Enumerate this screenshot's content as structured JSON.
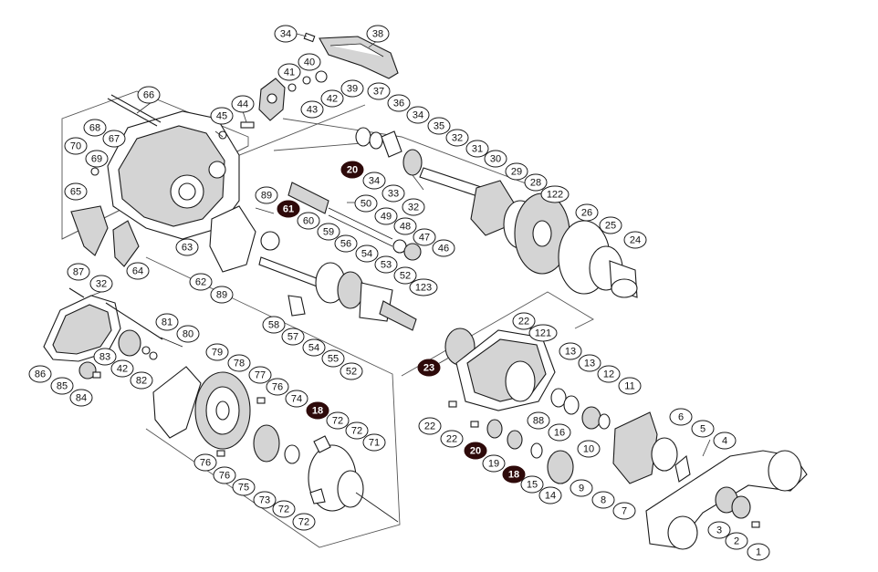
{
  "labels": [
    {
      "text": "34"
    },
    {
      "text": "38"
    },
    {
      "text": "40"
    },
    {
      "text": "41"
    },
    {
      "text": "39"
    },
    {
      "text": "42"
    },
    {
      "text": "43"
    },
    {
      "text": "66"
    },
    {
      "text": "44"
    },
    {
      "text": "45"
    },
    {
      "text": "68"
    },
    {
      "text": "67"
    },
    {
      "text": "70"
    },
    {
      "text": "69"
    },
    {
      "text": "65"
    },
    {
      "text": "37"
    },
    {
      "text": "36"
    },
    {
      "text": "34"
    },
    {
      "text": "35"
    },
    {
      "text": "32"
    },
    {
      "text": "31"
    },
    {
      "text": "30"
    },
    {
      "text": "20",
      "highlight": true
    },
    {
      "text": "34"
    },
    {
      "text": "33"
    },
    {
      "text": "32"
    },
    {
      "text": "29"
    },
    {
      "text": "28"
    },
    {
      "text": "122"
    },
    {
      "text": "26"
    },
    {
      "text": "25"
    },
    {
      "text": "24"
    },
    {
      "text": "89"
    },
    {
      "text": "61",
      "highlight": true
    },
    {
      "text": "60"
    },
    {
      "text": "50"
    },
    {
      "text": "49"
    },
    {
      "text": "48"
    },
    {
      "text": "47"
    },
    {
      "text": "46"
    },
    {
      "text": "59"
    },
    {
      "text": "56"
    },
    {
      "text": "54"
    },
    {
      "text": "53"
    },
    {
      "text": "52"
    },
    {
      "text": "123"
    },
    {
      "text": "63"
    },
    {
      "text": "64"
    },
    {
      "text": "62"
    },
    {
      "text": "89"
    },
    {
      "text": "58"
    },
    {
      "text": "57"
    },
    {
      "text": "54"
    },
    {
      "text": "55"
    },
    {
      "text": "52"
    },
    {
      "text": "87"
    },
    {
      "text": "32"
    },
    {
      "text": "81"
    },
    {
      "text": "80"
    },
    {
      "text": "83"
    },
    {
      "text": "42"
    },
    {
      "text": "82"
    },
    {
      "text": "86"
    },
    {
      "text": "85"
    },
    {
      "text": "84"
    },
    {
      "text": "79"
    },
    {
      "text": "78"
    },
    {
      "text": "77"
    },
    {
      "text": "76"
    },
    {
      "text": "74"
    },
    {
      "text": "18",
      "highlight": true
    },
    {
      "text": "72"
    },
    {
      "text": "72"
    },
    {
      "text": "71"
    },
    {
      "text": "76"
    },
    {
      "text": "76"
    },
    {
      "text": "75"
    },
    {
      "text": "73"
    },
    {
      "text": "72"
    },
    {
      "text": "72"
    },
    {
      "text": "22"
    },
    {
      "text": "121"
    },
    {
      "text": "23",
      "highlight": true
    },
    {
      "text": "13"
    },
    {
      "text": "13"
    },
    {
      "text": "12"
    },
    {
      "text": "11"
    },
    {
      "text": "22"
    },
    {
      "text": "22"
    },
    {
      "text": "88"
    },
    {
      "text": "16"
    },
    {
      "text": "20",
      "highlight": true
    },
    {
      "text": "19"
    },
    {
      "text": "18",
      "highlight": true
    },
    {
      "text": "15"
    },
    {
      "text": "14"
    },
    {
      "text": "10"
    },
    {
      "text": "6"
    },
    {
      "text": "5"
    },
    {
      "text": "4"
    },
    {
      "text": "9"
    },
    {
      "text": "8"
    },
    {
      "text": "7"
    },
    {
      "text": "3"
    },
    {
      "text": "2"
    },
    {
      "text": "1"
    }
  ]
}
